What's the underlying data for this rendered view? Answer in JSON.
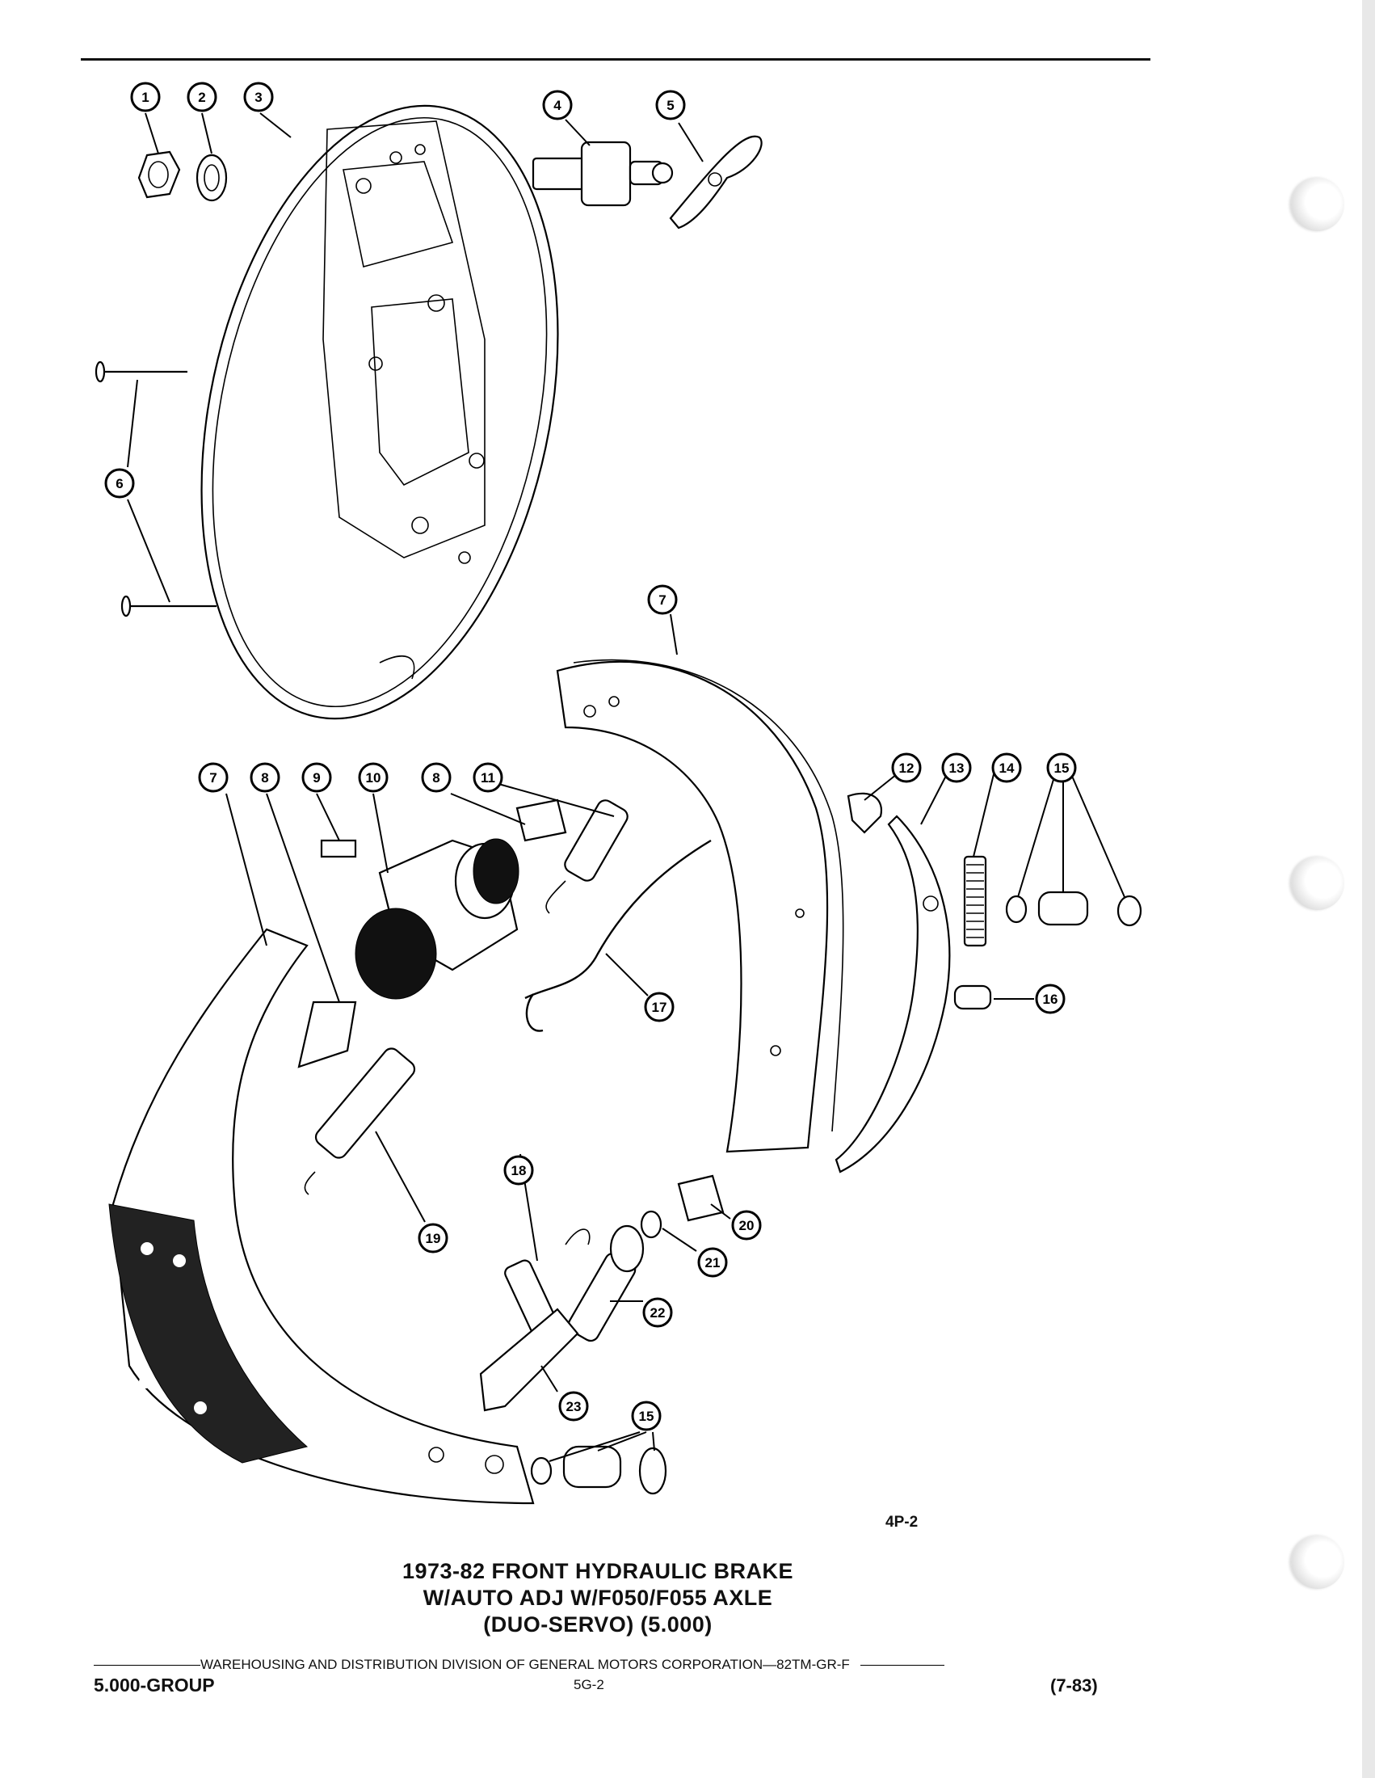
{
  "callouts": [
    {
      "id": "c1",
      "label": "1"
    },
    {
      "id": "c2",
      "label": "2"
    },
    {
      "id": "c3",
      "label": "3"
    },
    {
      "id": "c4",
      "label": "4"
    },
    {
      "id": "c5",
      "label": "5"
    },
    {
      "id": "c6",
      "label": "6"
    },
    {
      "id": "c7a",
      "label": "7"
    },
    {
      "id": "c7b",
      "label": "7"
    },
    {
      "id": "c8a",
      "label": "8"
    },
    {
      "id": "c9",
      "label": "9"
    },
    {
      "id": "c10",
      "label": "10"
    },
    {
      "id": "c8b",
      "label": "8"
    },
    {
      "id": "c11",
      "label": "11"
    },
    {
      "id": "c12",
      "label": "12"
    },
    {
      "id": "c13",
      "label": "13"
    },
    {
      "id": "c14",
      "label": "14"
    },
    {
      "id": "c15a",
      "label": "15"
    },
    {
      "id": "c16",
      "label": "16"
    },
    {
      "id": "c17",
      "label": "17"
    },
    {
      "id": "c18",
      "label": "18"
    },
    {
      "id": "c19",
      "label": "19"
    },
    {
      "id": "c20",
      "label": "20"
    },
    {
      "id": "c21",
      "label": "21"
    },
    {
      "id": "c22",
      "label": "22"
    },
    {
      "id": "c23",
      "label": "23"
    },
    {
      "id": "c15b",
      "label": "15"
    }
  ],
  "drawing_code": "4P-2",
  "caption": {
    "line1": "1973-82 FRONT HYDRAULIC BRAKE",
    "line2": "W/AUTO ADJ  W/F050/F055 AXLE",
    "line3": "(DUO-SERVO) (5.000)"
  },
  "footer": {
    "division": "WAREHOUSING AND DISTRIBUTION  DIVISION OF GENERAL MOTORS CORPORATION—82TM-GR-F",
    "group": "5.000-GROUP",
    "page": "5G-2",
    "date_code": "(7-83)"
  }
}
